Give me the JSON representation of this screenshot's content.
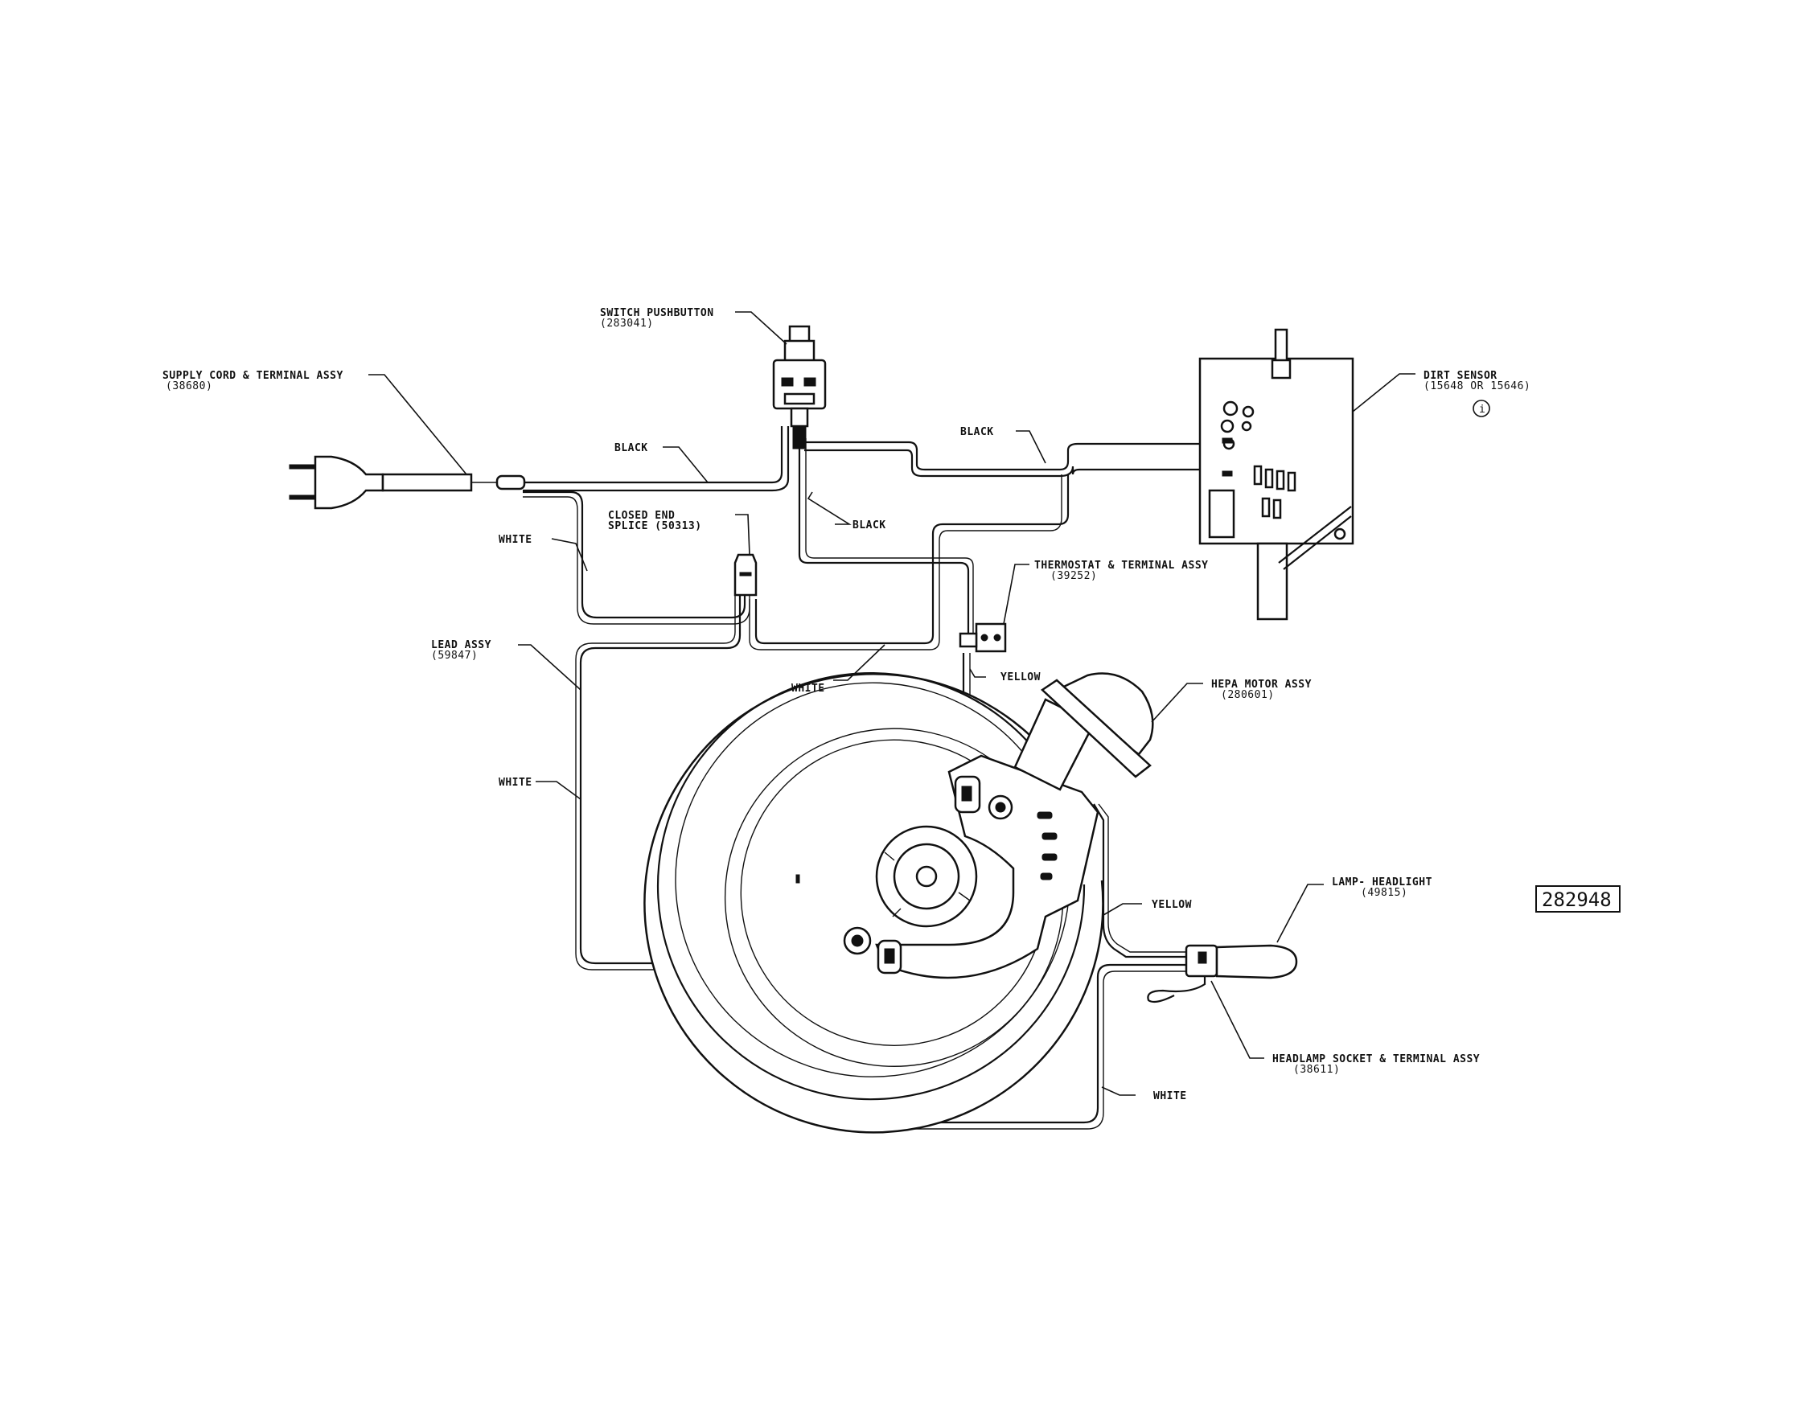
{
  "labels": {
    "switch": {
      "line1": "SWITCH PUSHBUTTON",
      "line2": "(283041)"
    },
    "supply_cord": {
      "line1": "SUPPLY CORD & TERMINAL ASSY",
      "line2": "(38680)"
    },
    "dirt_sensor": {
      "line1": "DIRT SENSOR",
      "line2": "(15648 OR 15646)",
      "note": "i"
    },
    "black_1": "BLACK",
    "black_2": "BLACK",
    "black_3": "BLACK",
    "closed_end_splice": {
      "line1": "CLOSED END",
      "line2": "SPLICE (50313)"
    },
    "white_1": "WHITE",
    "thermostat": {
      "line1": "THERMOSTAT & TERMINAL ASSY",
      "line2": "(39252)"
    },
    "lead_assy": {
      "line1": "LEAD ASSY",
      "line2": "(59847)"
    },
    "white_2": "WHITE",
    "yellow_1": "YELLOW",
    "hepa_motor": {
      "line1": "HEPA MOTOR ASSY",
      "line2": "(280601)"
    },
    "white_3": "WHITE",
    "yellow_2": "YELLOW",
    "lamp_headlight": {
      "line1": "LAMP- HEADLIGHT",
      "line2": "(49815)"
    },
    "doc_number": "282948",
    "headlamp_socket": {
      "line1": "HEADLAMP SOCKET & TERMINAL ASSY",
      "line2": "(38611)"
    },
    "white_4": "WHITE"
  }
}
